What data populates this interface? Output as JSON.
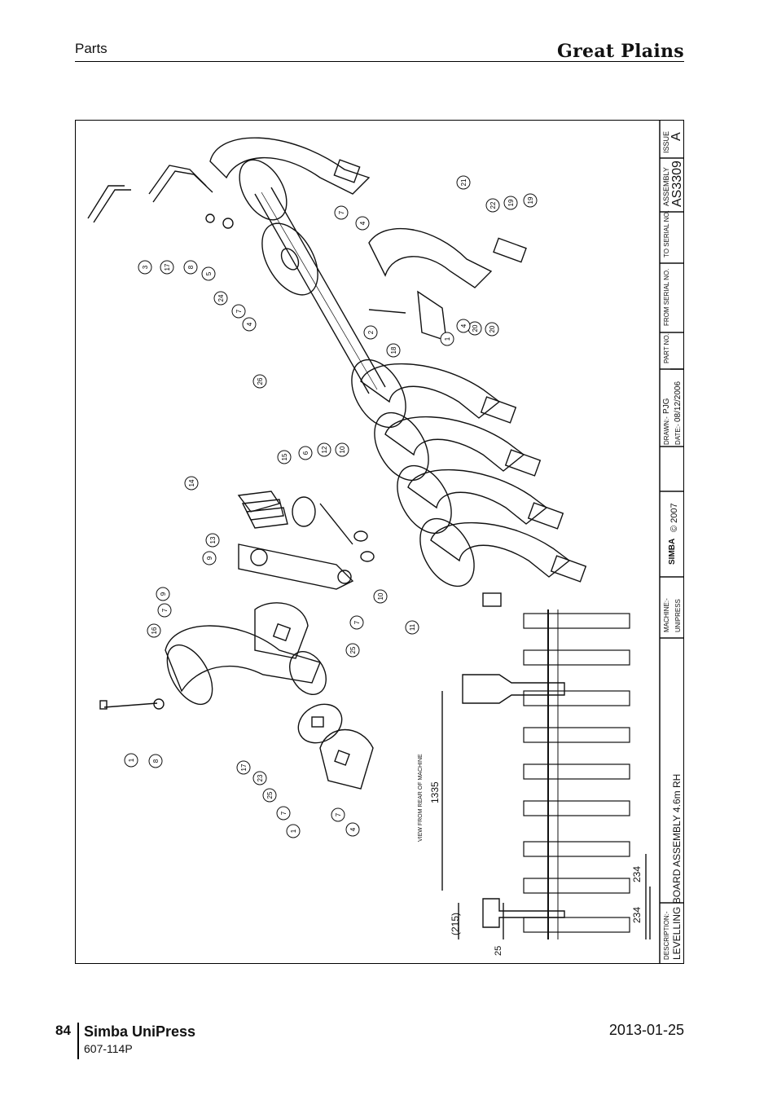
{
  "header": {
    "section": "Parts",
    "brand": "Great Plains"
  },
  "footer": {
    "page_number": "84",
    "product": "Simba UniPress",
    "part_code": "607-114P",
    "date": "2013-01-25"
  },
  "title_block": {
    "issue_label": "ISSUE",
    "issue": "A",
    "assembly_label": "ASSEMBLY",
    "assembly": "AS3309",
    "to_serial_label": "TO SERIAL NO.",
    "from_serial_label": "FROM SERIAL NO.",
    "part_no_label": "PART NO.",
    "drawn_label": "DRAWN:-",
    "drawn": "PJG",
    "date_label": "DATE:-",
    "date": "08/12/2006",
    "copyright": "© 2007",
    "logo": "SIMBA",
    "machine_label": "MACHINE:-",
    "machine": "UNIPRESS",
    "description_label": "DESCRIPTION:-",
    "description": "LEVELLING BOARD ASSEMBLY 4.6m RH"
  },
  "dimensions": {
    "view_note": "VIEW FROM REAR OF MACHINE",
    "overall": "1335",
    "pitch_1": "234",
    "pitch_2": "234",
    "offset": "(215)",
    "edge": "25"
  },
  "callouts": [
    "3",
    "17",
    "8",
    "5",
    "24",
    "7",
    "4",
    "7",
    "4",
    "26",
    "21",
    "22",
    "19",
    "19",
    "20",
    "20",
    "4",
    "1",
    "2",
    "18",
    "14",
    "15",
    "6",
    "12",
    "10",
    "13",
    "9",
    "9",
    "7",
    "7",
    "10",
    "11",
    "16",
    "25",
    "1",
    "8",
    "17",
    "23",
    "25",
    "7",
    "1",
    "7",
    "4"
  ]
}
